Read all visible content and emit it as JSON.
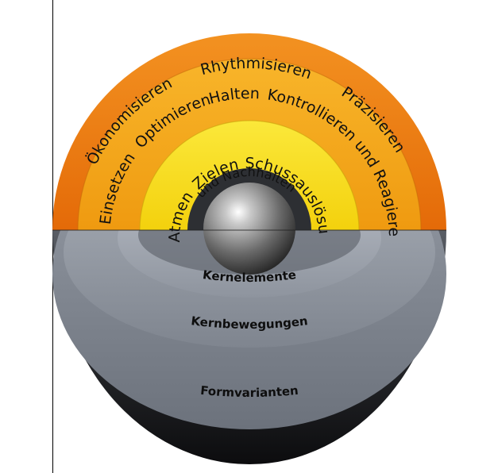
{
  "diagram": {
    "outer_ring": {
      "color": "#f07a12",
      "words": [
        "Ökonomisieren",
        "Rhythmisieren",
        "Präzisieren"
      ]
    },
    "middle_ring": {
      "color": "#f5a40e",
      "words": [
        "Einsetzen",
        "Optimieren",
        "Halten",
        "Kontrollieren und Reagieren"
      ]
    },
    "inner_ring": {
      "color": "#f7e11a",
      "words": [
        "Atmen",
        "Zielen",
        "Schussauslösung"
      ],
      "second_line": "und Nachhalten"
    },
    "base_levels": {
      "top": "Kernelemente",
      "middle": "Kernbewegungen",
      "bottom": "Formvarianten"
    }
  }
}
